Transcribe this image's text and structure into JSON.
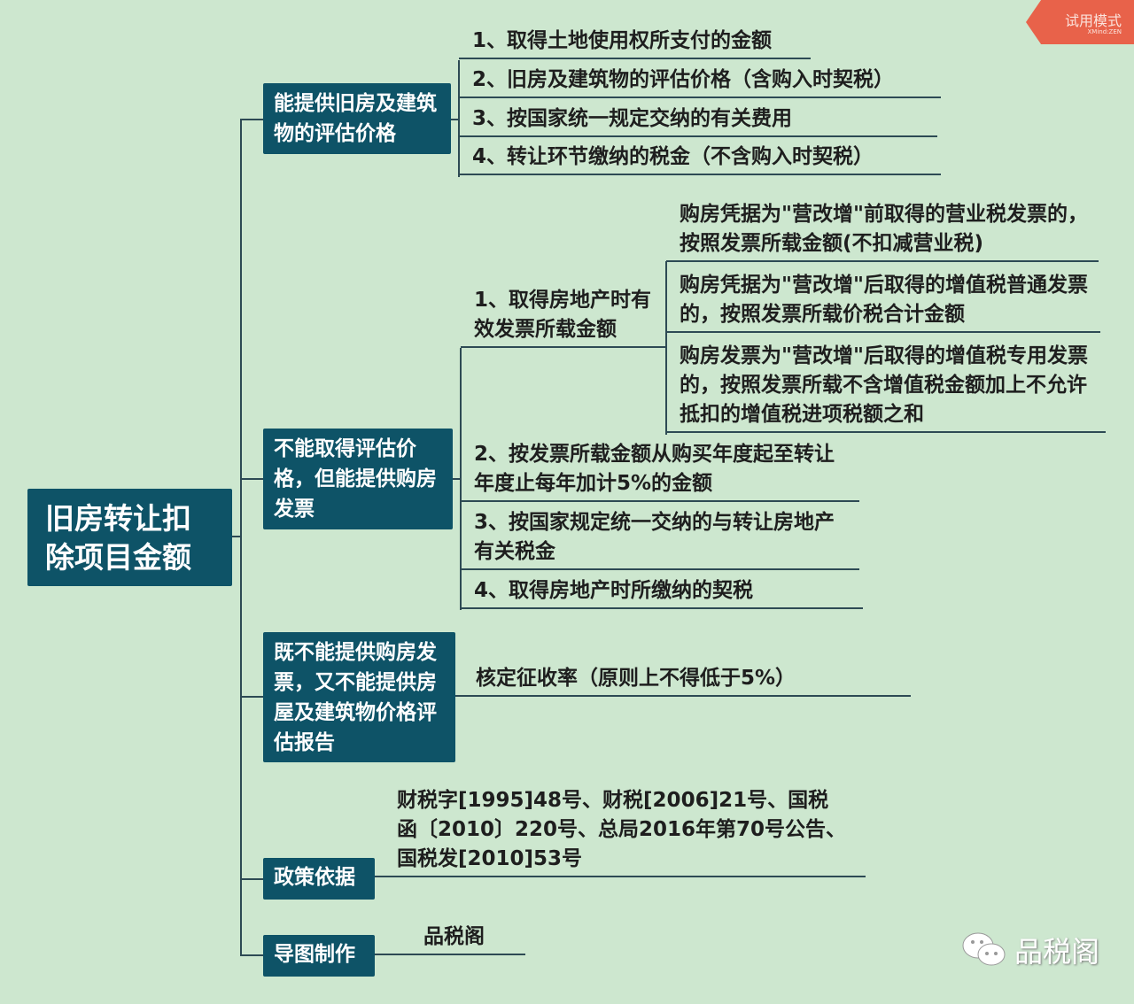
{
  "badge": {
    "label": "试用模式",
    "sub": "XMind:ZEN"
  },
  "root": {
    "line1": "旧房转让扣",
    "line2": "除项目金额"
  },
  "b1": {
    "label": "能提供旧房及建筑物的评估价格",
    "items": [
      "1、取得土地使用权所支付的金额",
      "2、旧房及建筑物的评估价格（含购入时契税）",
      "3、按国家统一规定交纳的有关费用",
      "4、转让环节缴纳的税金（不含购入时契税）"
    ]
  },
  "b2": {
    "label": "不能取得评估价格，但能提供购房发票",
    "item1": {
      "label": "1、取得房地产时有效发票所载金额",
      "children": [
        "购房凭据为\"营改增\"前取得的营业税发票的，按照发票所载金额(不扣减营业税)",
        "购房凭据为\"营改增\"后取得的增值税普通发票的，按照发票所载价税合计金额",
        "购房发票为\"营改增\"后取得的增值税专用发票的，按照发票所载不含增值税金额加上不允许抵扣的增值税进项税额之和"
      ]
    },
    "items": [
      "2、按发票所载金额从购买年度起至转让年度止每年加计5%的金额",
      "3、按国家规定统一交纳的与转让房地产有关税金",
      "4、取得房地产时所缴纳的契税"
    ]
  },
  "b3": {
    "label": "既不能提供购房发票，又不能提供房屋及建筑物价格评估报告",
    "item": "核定征收率（原则上不得低于5%）"
  },
  "b4": {
    "label": "政策依据",
    "item": "财税字[1995]48号、财税[2006]21号、国税函〔2010〕220号、总局2016年第70号公告、国税发[2010]53号"
  },
  "b5": {
    "label": "导图制作",
    "item": "品税阁"
  },
  "watermark": "品税阁"
}
